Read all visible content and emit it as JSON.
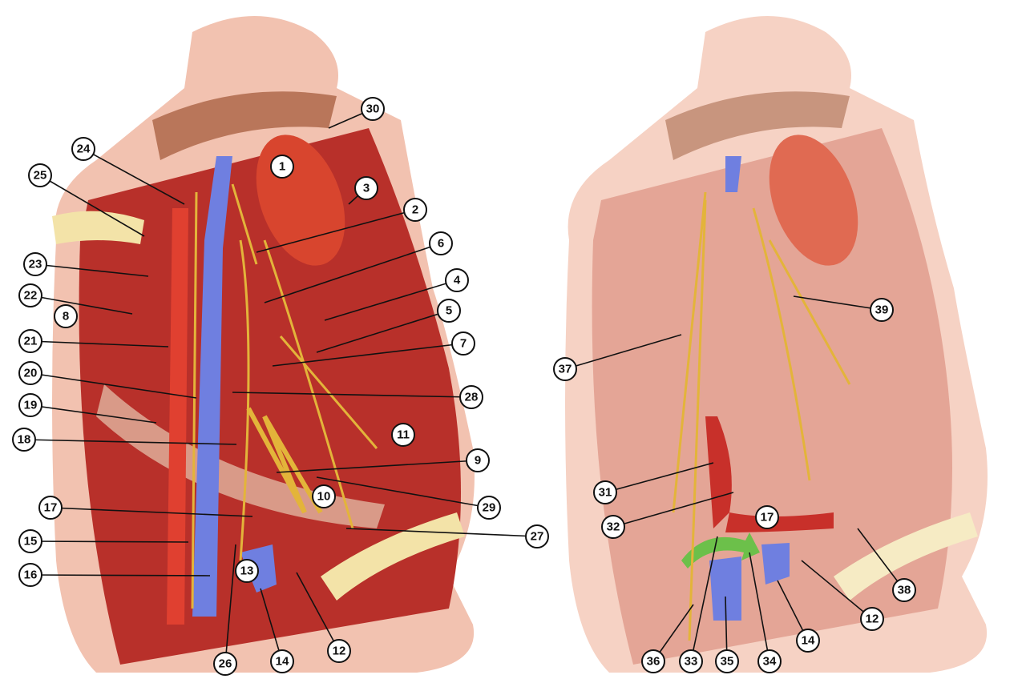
{
  "figure": {
    "left_panel": {
      "labels": [
        "30",
        "1",
        "24",
        "3",
        "2",
        "25",
        "6",
        "23",
        "4",
        "22",
        "8",
        "5",
        "21",
        "7",
        "20",
        "28",
        "19",
        "11",
        "18",
        "9",
        "10",
        "29",
        "17",
        "27",
        "15",
        "13",
        "16",
        "14",
        "12",
        "26"
      ]
    },
    "right_panel": {
      "labels": [
        "39",
        "37",
        "31",
        "32",
        "17",
        "38",
        "12",
        "14",
        "36",
        "33",
        "35",
        "34"
      ]
    },
    "colors": {
      "skin": "#f2c2b0",
      "muscle": "#c8352a",
      "vein": "#6f7fe0",
      "nerve": "#e3b43a",
      "bone": "#f3e3a8",
      "gland": "#b9765a",
      "arrow": "#6cc04a"
    }
  }
}
